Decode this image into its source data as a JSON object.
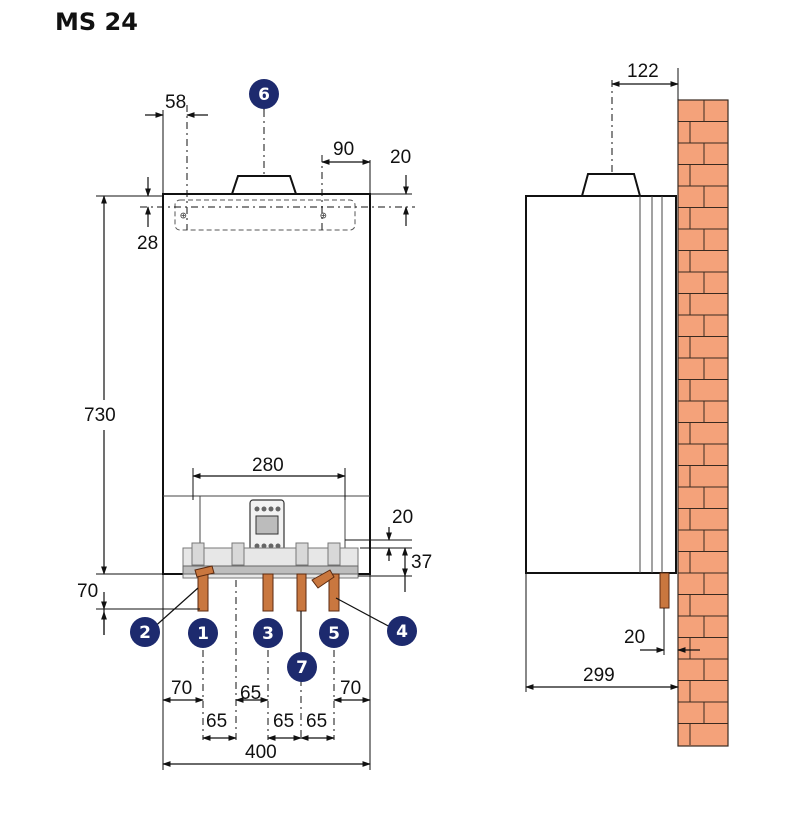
{
  "title": "MS 24",
  "dimensions": {
    "top_offset_left": "58",
    "top_offset_right": "90",
    "top_right_vertical": "20",
    "top_left_vertical": "28",
    "height": "730",
    "connections_span": "280",
    "panel_vertical_small": "20",
    "panel_vertical": "37",
    "bottom_left_vertical": "70",
    "bottom_left": "70",
    "bottom_mid_a": "65",
    "bottom_mid_b": "65",
    "bottom_mid_c": "65",
    "bottom_mid_d": "65",
    "bottom_right": "70",
    "width": "400",
    "side_wall_offset": "122",
    "side_pipe_offset": "20",
    "depth": "299"
  },
  "markers": [
    "1",
    "2",
    "3",
    "4",
    "5",
    "6",
    "7"
  ],
  "colors": {
    "marker": "#1d2a6e",
    "brick": "#f4a27a",
    "pipe": "#c9773f"
  }
}
